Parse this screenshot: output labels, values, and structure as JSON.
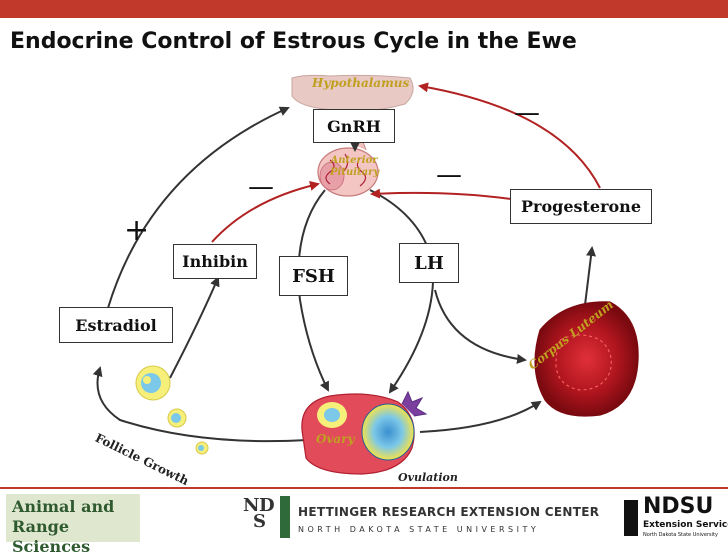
{
  "title": "Endocrine Control of Estrous Cycle in the Ewe",
  "colors": {
    "accent_red": "#c0392b",
    "feedback_line": "#b22222",
    "stimulation_line": "#333333",
    "organ_label_gold": "#c0a020",
    "department_green": "#2f5a2f"
  },
  "diagram": {
    "hormones": {
      "gnrh": "GnRH",
      "progesterone": "Progesterone",
      "inhibin": "Inhibin",
      "fsh": "FSH",
      "lh": "LH",
      "estradiol": "Estradiol"
    },
    "signs": {
      "positive": "+",
      "negative_top_right": "—",
      "negative_mid_left": "—",
      "negative_mid_right": "—"
    },
    "organs": {
      "hypothalamus": "Hypothalamus",
      "anterior_pituitary": "Anterior Pituitary",
      "ovary": "Ovary",
      "corpus_luteum": "Corpus Luteum",
      "ovulation": "Ovulation",
      "follicle_growth": "Follicle Growth"
    }
  },
  "footer": {
    "department_line1": "Animal and",
    "department_line2": "Range Sciences",
    "nd_logo_letters": [
      "N",
      "D",
      "S"
    ],
    "research_center": "HETTINGER RESEARCH EXTENSION CENTER",
    "university": "NORTH DAKOTA STATE UNIVERSITY",
    "ndsu": "NDSU",
    "extension": "Extension Service",
    "extension_sub": "North Dakota State University"
  }
}
